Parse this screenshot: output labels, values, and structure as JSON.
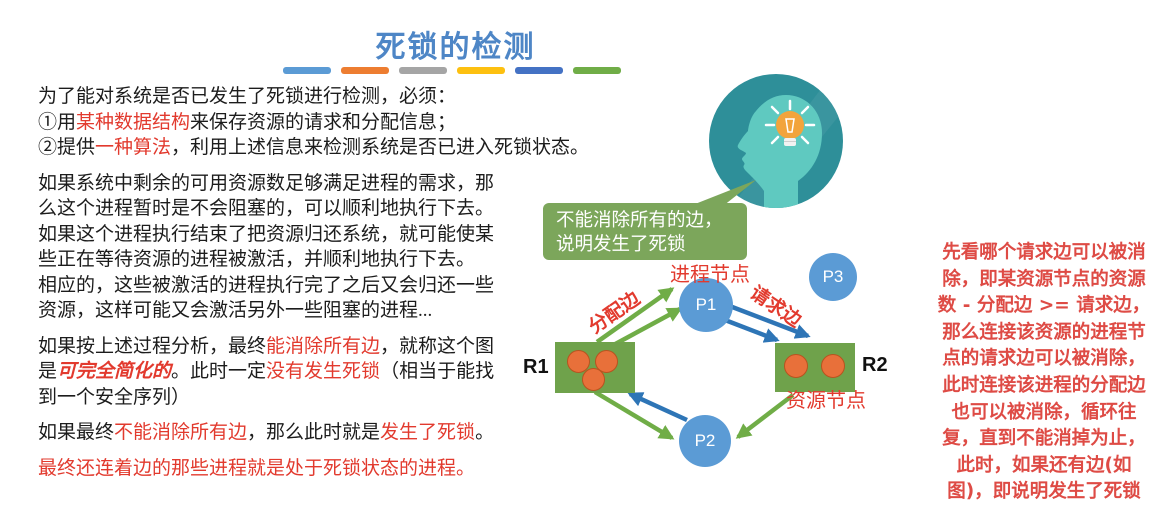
{
  "title": {
    "text": "死锁的检测",
    "color": "#4e86c6"
  },
  "accent_bars": [
    "#5b9bd5",
    "#ed7d31",
    "#a5a5a5",
    "#fdc010",
    "#4472c4",
    "#70ad47"
  ],
  "left_text": {
    "paragraphs": [
      {
        "lines": [
          [
            {
              "t": "为了能对系统是否已发生了死锁进行检测，必须："
            }
          ],
          [
            {
              "t": "①用"
            },
            {
              "t": "某种数据结构",
              "s": "red"
            },
            {
              "t": "来保存资源的请求和分配信息；"
            }
          ],
          [
            {
              "t": "②提供"
            },
            {
              "t": "一种算法",
              "s": "red"
            },
            {
              "t": "，利用上述信息来检测系统是否已进入死锁状态。"
            }
          ]
        ]
      },
      {
        "lines": [
          [
            {
              "t": "如果系统中剩余的可用资源数足够满足进程的需求，那"
            }
          ],
          [
            {
              "t": "么这个进程暂时是不会阻塞的，可以顺利地执行下去。"
            }
          ],
          [
            {
              "t": "如果这个进程执行结束了把资源归还系统，就可能使某"
            }
          ],
          [
            {
              "t": "些正在等待资源的进程被激活，并顺利地执行下去。"
            }
          ],
          [
            {
              "t": "相应的，这些被激活的进程执行完了之后又会归还一些"
            }
          ],
          [
            {
              "t": "资源，这样可能又会激活另外一些阻塞的进程..."
            }
          ]
        ]
      },
      {
        "lines": [
          [
            {
              "t": "如果按上述过程分析，最终"
            },
            {
              "t": "能消除所有边",
              "s": "red"
            },
            {
              "t": "，就称这个图"
            }
          ],
          [
            {
              "t": "是"
            },
            {
              "t": "可完全简化的",
              "s": "redbi"
            },
            {
              "t": "。此时一定"
            },
            {
              "t": "没有发生死锁",
              "s": "red"
            },
            {
              "t": "（相当于能找"
            }
          ],
          [
            {
              "t": "到一个安全序列）"
            }
          ]
        ]
      },
      {
        "lines": [
          [
            {
              "t": "如果最终"
            },
            {
              "t": "不能消除所有边",
              "s": "red"
            },
            {
              "t": "，那么此时就是"
            },
            {
              "t": "发生了死锁",
              "s": "red"
            },
            {
              "t": "。"
            }
          ]
        ]
      },
      {
        "lines": [
          [
            {
              "t": "最终还连着边的那些进程就是处于死锁状态的进程。",
              "s": "red"
            }
          ]
        ]
      }
    ]
  },
  "bubble": {
    "line1": "不能消除所有的边，",
    "line2": "说明发生了死锁",
    "bg_color": "#7ca65b"
  },
  "diagram": {
    "labels": {
      "process_node": "进程节点",
      "resource_node": "资源节点",
      "alloc_edge": "分配边",
      "request_edge": "请求边"
    },
    "nodes": {
      "p1": "P1",
      "p2": "P2",
      "p3": "P3",
      "r1": "R1",
      "r2": "R2"
    },
    "resources": {
      "r1": 3,
      "r2": 2
    },
    "edges": [
      {
        "from": "R1",
        "to": "P1",
        "type": "allocation",
        "count": 2
      },
      {
        "from": "P1",
        "to": "R2",
        "type": "request",
        "count": 2
      },
      {
        "from": "R1",
        "to": "P2",
        "type": "allocation",
        "count": 1
      },
      {
        "from": "P2",
        "to": "R1",
        "type": "request",
        "count": 1
      },
      {
        "from": "R2",
        "to": "P2",
        "type": "allocation",
        "count": 1
      }
    ],
    "colors": {
      "process": "#5b9bd5",
      "resource": "#6fa24b",
      "dot": "#e8703a",
      "alloc_arrow": "#70ad47",
      "request_arrow": "#2e75b6",
      "label": "#e23a2e"
    }
  },
  "right_note": {
    "color": "#de4b45",
    "lines": [
      "先看哪个请求边可以被消",
      "除，即某资源节点的资源",
      "数 - 分配边 >= 请求边，",
      "那么连接该资源的进程节",
      "点的请求边可以被消除，",
      "此时连接该进程的分配边",
      "也可以被消除，循环往",
      "复，直到不能消掉为止，",
      "此时，如果还有边(如",
      "图)，即说明发生了死锁"
    ]
  }
}
